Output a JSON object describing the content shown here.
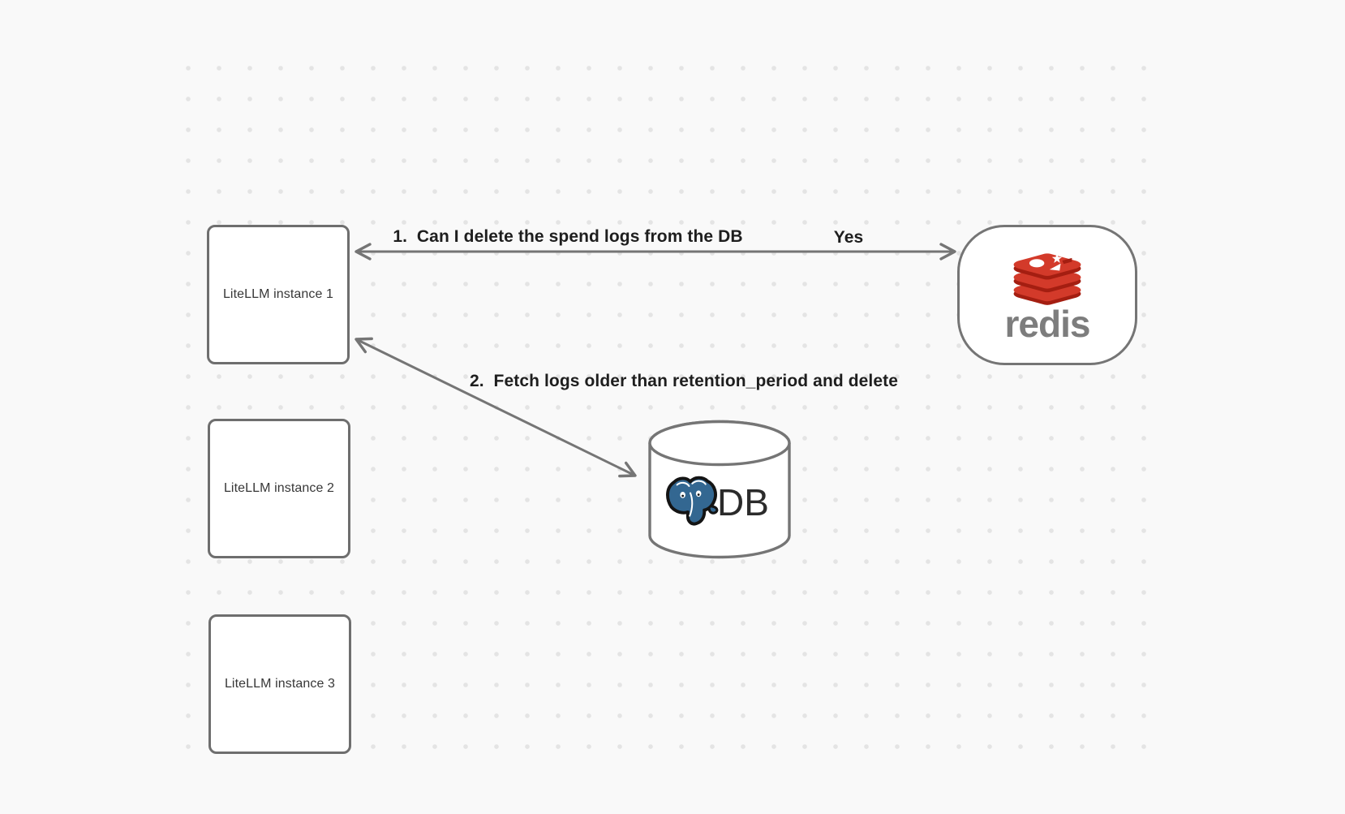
{
  "canvas": {
    "background": "#f9f9f9",
    "dot_color": "#e4e4e4"
  },
  "nodes": {
    "litellm_instances": [
      {
        "label": "LiteLLM instance 1"
      },
      {
        "label": "LiteLLM instance 2"
      },
      {
        "label": "LiteLLM instance 3"
      }
    ],
    "redis": {
      "wordmark": "redis"
    },
    "db": {
      "label": "DB"
    }
  },
  "edges": [
    {
      "label": "1.  Can I delete the spend logs from the DB",
      "reply": "Yes",
      "from": "LiteLLM instance 1",
      "to": "redis",
      "arrowheads": "both"
    },
    {
      "label": "2.  Fetch logs older than retention_period and delete",
      "from": "LiteLLM instance 1",
      "to": "DB",
      "arrowheads": "both"
    }
  ],
  "colors": {
    "node_stroke": "#6e6e6e",
    "arrow_stroke": "#757575",
    "label_text": "#1e1e1e",
    "node_text": "#373737",
    "redis_red": "#d33a2a",
    "redis_dark_red": "#a41e11",
    "redis_wordmark": "#7d7d7d",
    "postgres_blue": "#336791",
    "db_text": "#2b2b2b"
  }
}
